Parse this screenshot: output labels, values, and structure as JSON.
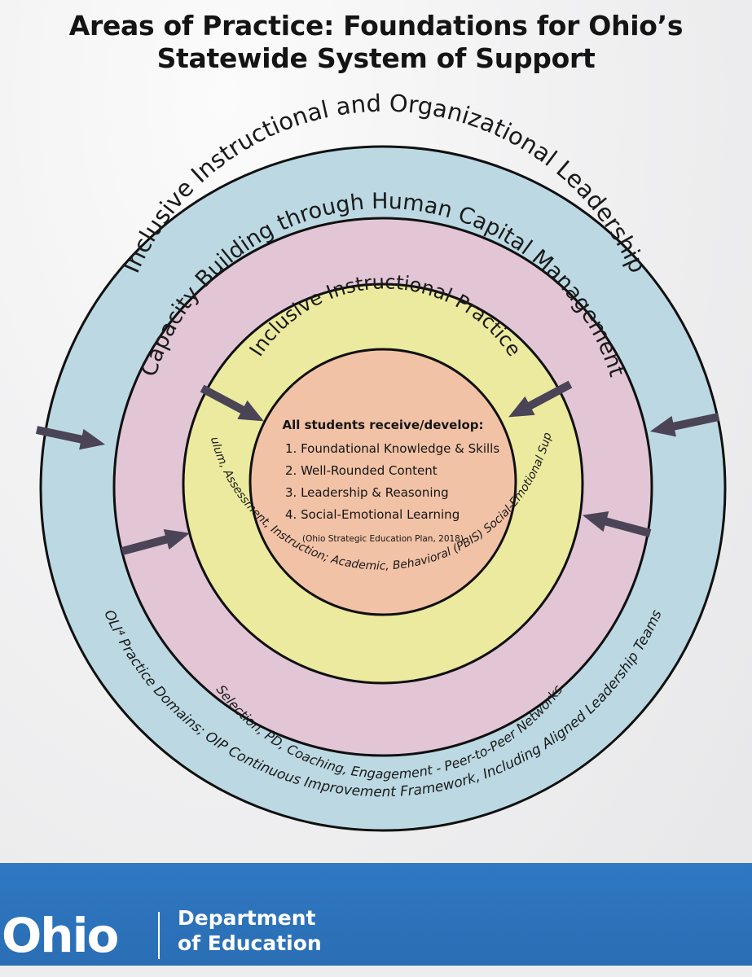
{
  "title": {
    "line1": "Areas of Practice: Foundations for Ohio’s",
    "line2": "Statewide System of Support"
  },
  "rings": {
    "outer": {
      "label": "Inclusive Instructional and Organizational Leadership",
      "sub": "OLI⁴ Practice Domains; OIP Continuous Improvement Framework, Including Aligned Leadership Teams"
    },
    "middle": {
      "label": "Capacity Building through Human Capital Management",
      "sub": "Selection, PD, Coaching, Engagement - Peer-to-Peer Networks"
    },
    "inner": {
      "label": "Inclusive Instructional Practice",
      "sub": "Curriculum, Assessment, Instruction; Academic, Behavioral (PBIS) Social-Emotional Supports"
    }
  },
  "center": {
    "heading": "All students receive/develop:",
    "items": [
      "1. Foundational Knowledge & Skills",
      "2. Well-Rounded Content",
      "3. Leadership & Reasoning",
      "4. Social-Emotional Learning"
    ],
    "citation": "(Ohio Strategic Education Plan, 2018)"
  },
  "footer": {
    "logo": "Ohio",
    "dept_line1": "Department",
    "dept_line2": "of Education"
  },
  "colors": {
    "outer_ring": "#bcd9e3",
    "middle_ring": "#e2c6d6",
    "inner_ring": "#ecea9e",
    "center": "#f2c2a6",
    "footer": "#2e76bf",
    "arrow": "#4a4456"
  },
  "icons": [
    "arrow-icon"
  ]
}
